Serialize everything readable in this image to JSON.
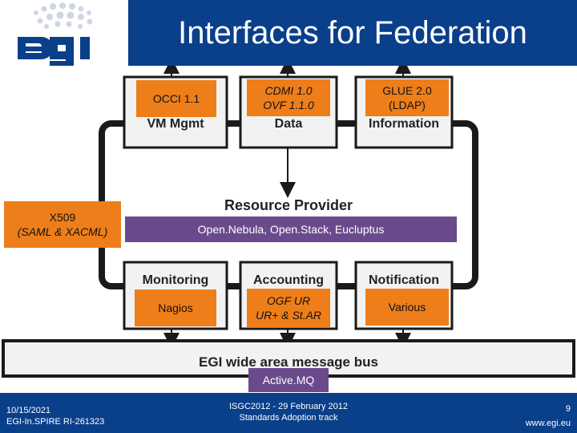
{
  "header": {
    "title": "Interfaces for Federation",
    "logo_text": "egi"
  },
  "colors": {
    "brand_blue": "#0a3f8a",
    "orange": "#ee7e1a",
    "purple": "#6a4a8c",
    "box_fill": "#f2f2f2",
    "box_border": "#1a1a1a"
  },
  "diagram": {
    "top_boxes": [
      {
        "label": "VM Mgmt",
        "tag": [
          "OCCI 1.1"
        ],
        "tag_italic": false
      },
      {
        "label": "Data",
        "tag": [
          "CDMI 1.0",
          "OVF 1.1.0"
        ],
        "tag_italic": true
      },
      {
        "label": "Information",
        "tag": [
          "GLUE 2.0",
          "(LDAP)"
        ],
        "tag_italic": false
      }
    ],
    "resource_provider": {
      "label": "Resource Provider",
      "tag": "Open.Nebula, Open.Stack, Eucluptus"
    },
    "security_tag": [
      "X509",
      "(SAML & XACML)"
    ],
    "bottom_boxes": [
      {
        "label": "Monitoring",
        "tag": [
          "Nagios"
        ],
        "tag_italic": false
      },
      {
        "label": "Accounting",
        "tag": [
          "OGF UR",
          "UR+ & St.AR"
        ],
        "tag_italic": true
      },
      {
        "label": "Notification",
        "tag": [
          "Various"
        ],
        "tag_italic": false
      }
    ],
    "message_bus": {
      "label": "EGI wide area message bus",
      "tag": "Active.MQ"
    }
  },
  "footer": {
    "date": "10/15/2021",
    "ref": "EGI-In.SPIRE RI-261323",
    "event": "ISGC2012 - 29 February 2012",
    "track": "Standards Adoption track",
    "page": "9",
    "url": "www.egi.eu"
  }
}
